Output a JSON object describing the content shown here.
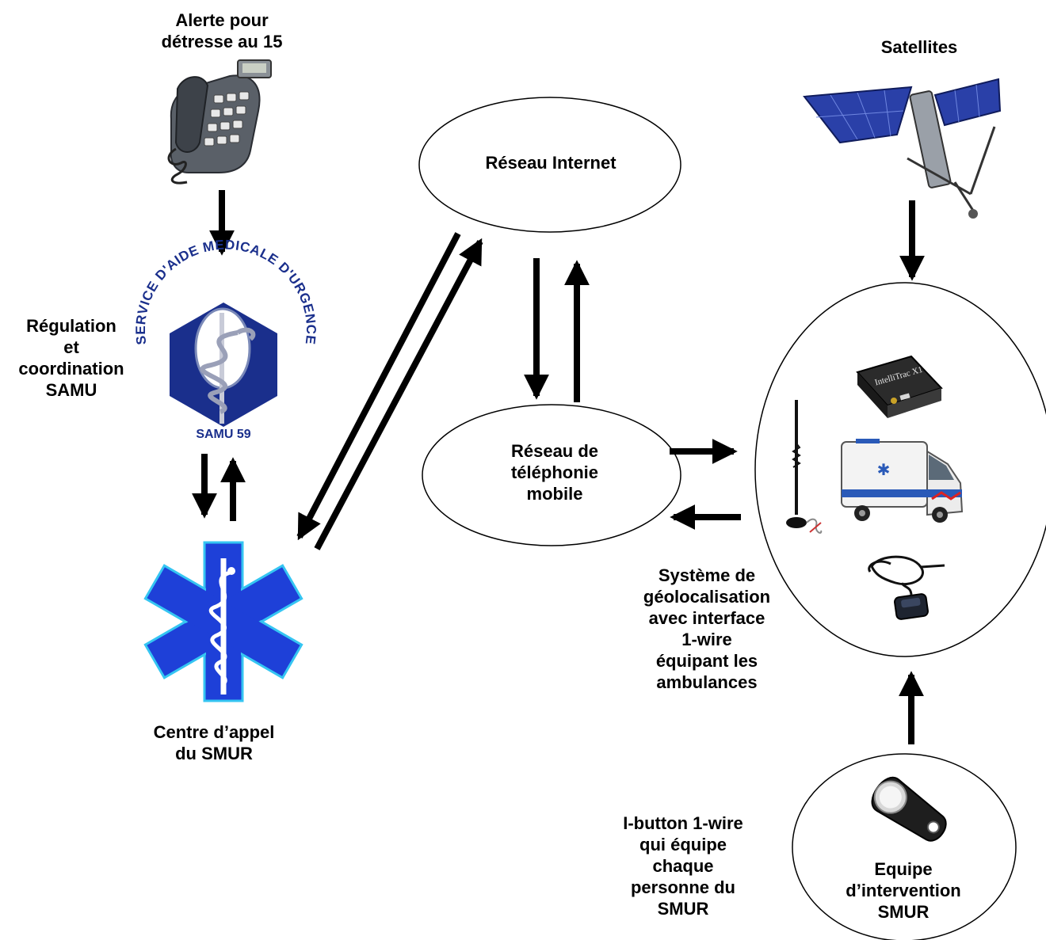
{
  "labels": {
    "alert": "Alerte pour\ndétresse au 15",
    "satellites": "Satellites",
    "internet": "Réseau Internet",
    "regulation": "Régulation\net\ncoordination\nSAMU",
    "mobile": "Réseau de\ntéléphonie\nmobile",
    "geoloc": "Système de\ngéolocalisation\navec interface\n1-wire\néquipant les\nambulances",
    "centre": "Centre d’appel\ndu SMUR",
    "ibutton": "I-button 1-wire\nqui équipe\nchaque\npersonne du\nSMUR",
    "equipe": "Equipe\nd’intervention\nSMUR"
  },
  "logo": {
    "arc_text": "SERVICE D'AIDE MEDICALE D'URGENCE",
    "bottom_text": "SAMU 59"
  },
  "device": {
    "brand_text": "IntelliTrac X1"
  },
  "icons": [
    "telephone-icon",
    "samu-logo-icon",
    "star-of-life-icon",
    "satellite-icon",
    "gps-tracker-icon",
    "antenna-icon",
    "ambulance-icon",
    "gps-receiver-icon",
    "ibutton-key-icon"
  ],
  "colors": {
    "arrow": "#000000",
    "star_blue": "#1e40d8",
    "star_outline": "#35c5f2",
    "logo_navy": "#1a2f8c",
    "panel_blue": "#2a40a8"
  }
}
